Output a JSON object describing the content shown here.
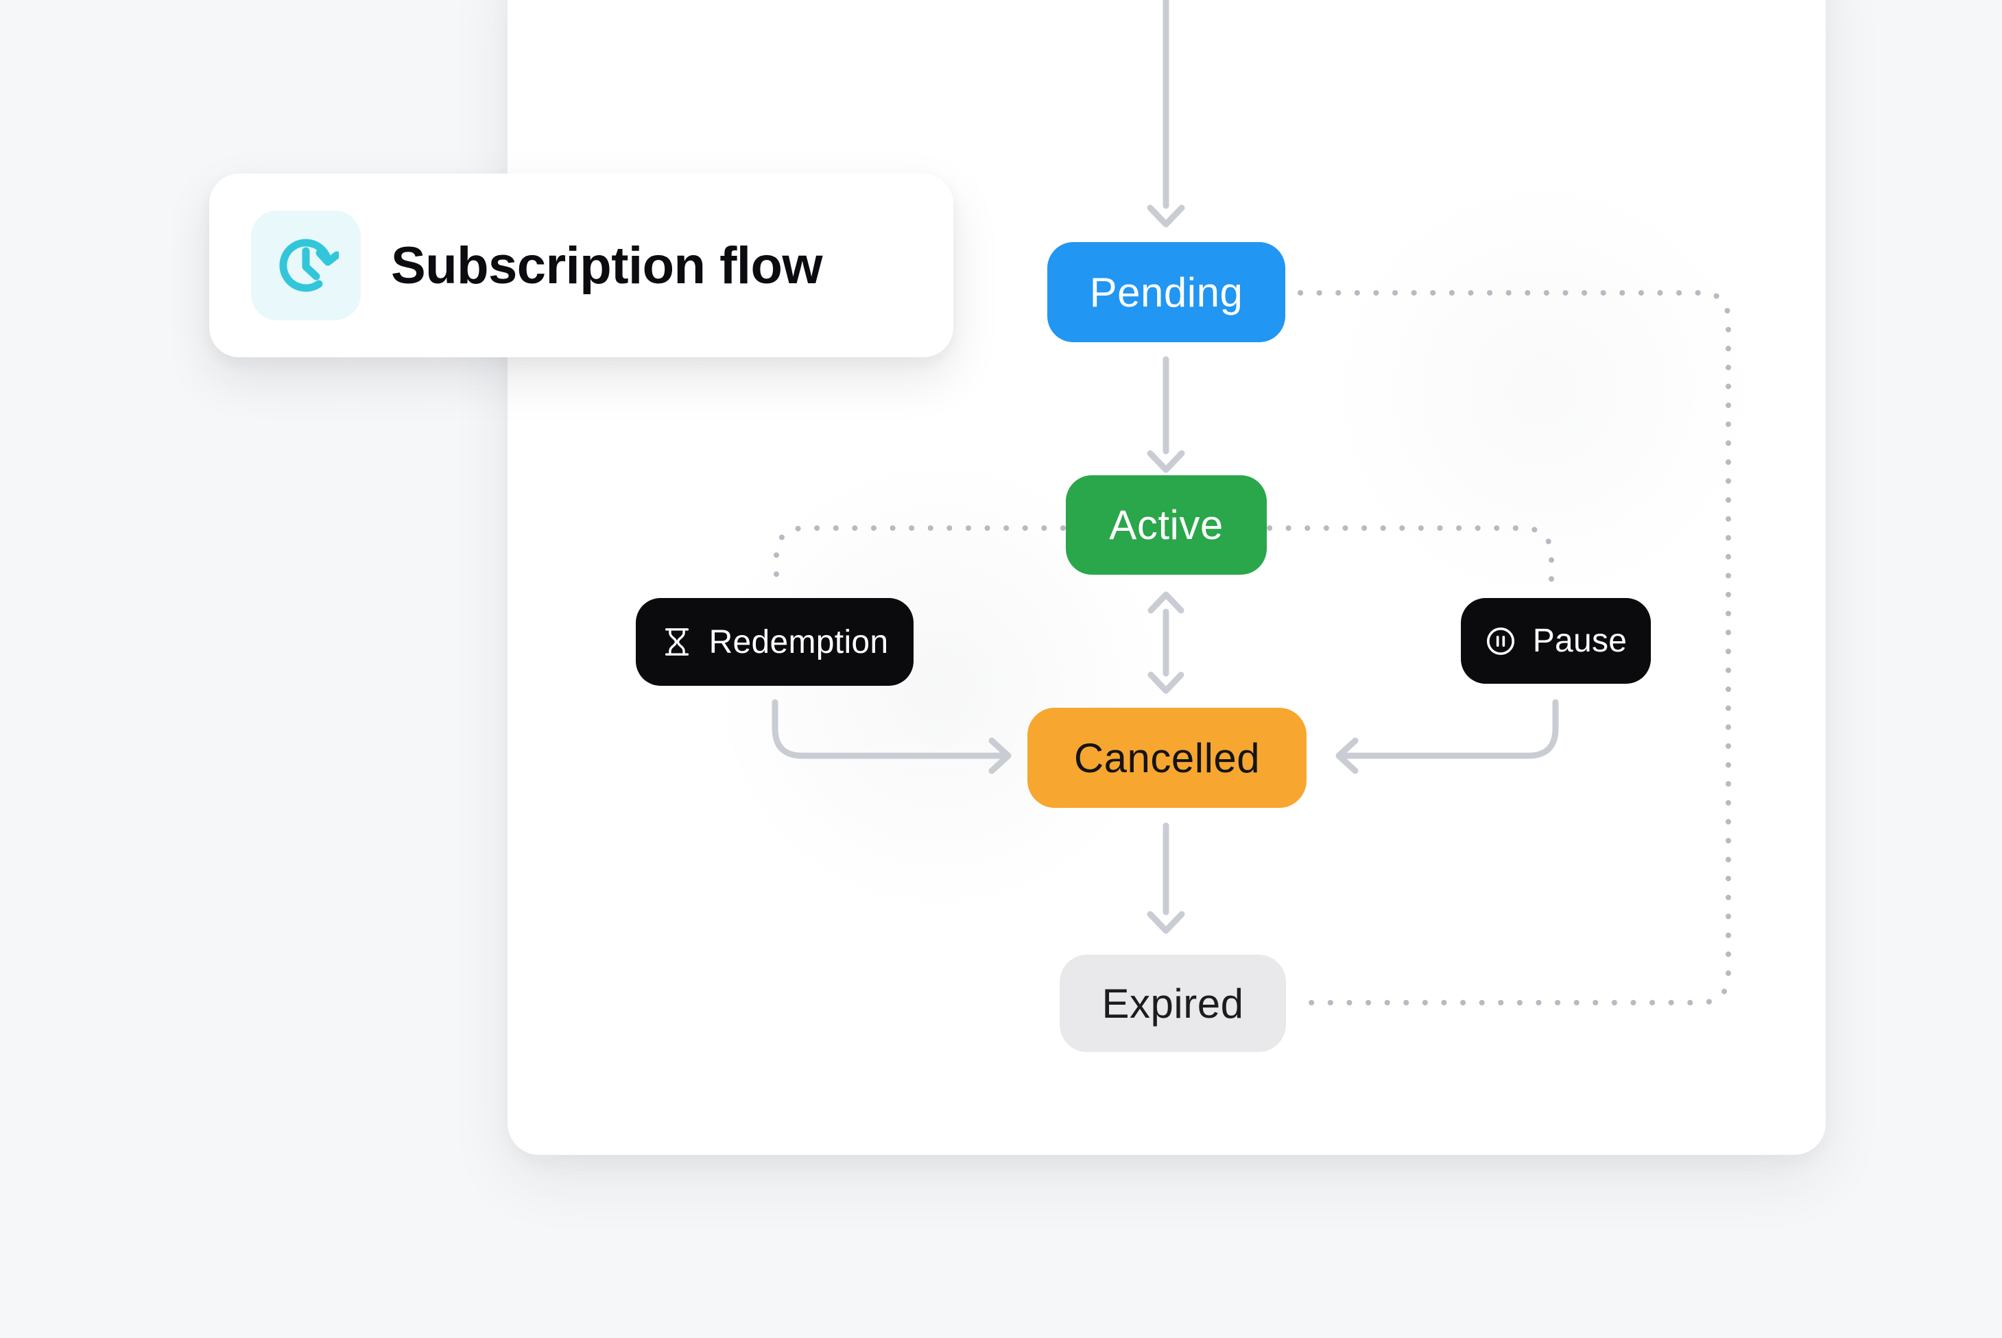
{
  "title_card": {
    "title": "Subscription flow",
    "icon": "clock-history-icon",
    "icon_color": "#33c6da",
    "icon_bg": "#e9f8fb",
    "text_color": "#0c0c10"
  },
  "nodes": {
    "pending": {
      "label": "Pending",
      "color": "#2196f3",
      "text_color": "#ffffff"
    },
    "active": {
      "label": "Active",
      "color": "#2aa64b",
      "text_color": "#ffffff"
    },
    "cancelled": {
      "label": "Cancelled",
      "color": "#f7a62f",
      "text_color": "#141419"
    },
    "expired": {
      "label": "Expired",
      "color": "#e9e9eb",
      "text_color": "#1b1b20"
    }
  },
  "badges": {
    "redemption": {
      "label": "Redemption",
      "icon": "hourglass-icon",
      "color": "#0b0b0d"
    },
    "pause": {
      "label": "Pause",
      "icon": "pause-circle-icon",
      "color": "#0b0b0d"
    }
  },
  "edges": [
    {
      "from": "start",
      "to": "pending",
      "style": "solid-arrow"
    },
    {
      "from": "pending",
      "to": "active",
      "style": "solid-arrow"
    },
    {
      "from": "active",
      "to": "cancelled",
      "style": "double-arrow"
    },
    {
      "from": "active",
      "to": "redemption",
      "style": "dotted-elbow"
    },
    {
      "from": "active",
      "to": "pause",
      "style": "dotted-elbow"
    },
    {
      "from": "redemption",
      "to": "cancelled",
      "style": "solid-elbow-arrow"
    },
    {
      "from": "pause",
      "to": "cancelled",
      "style": "solid-elbow-arrow"
    },
    {
      "from": "cancelled",
      "to": "expired",
      "style": "solid-arrow"
    },
    {
      "from": "pending",
      "to": "expired",
      "style": "dotted-loop-right"
    }
  ],
  "colors": {
    "connector_solid": "#c9cdd3",
    "connector_dotted": "#b6bac2",
    "page_bg": "#f6f7f8",
    "card_bg": "#ffffff"
  }
}
